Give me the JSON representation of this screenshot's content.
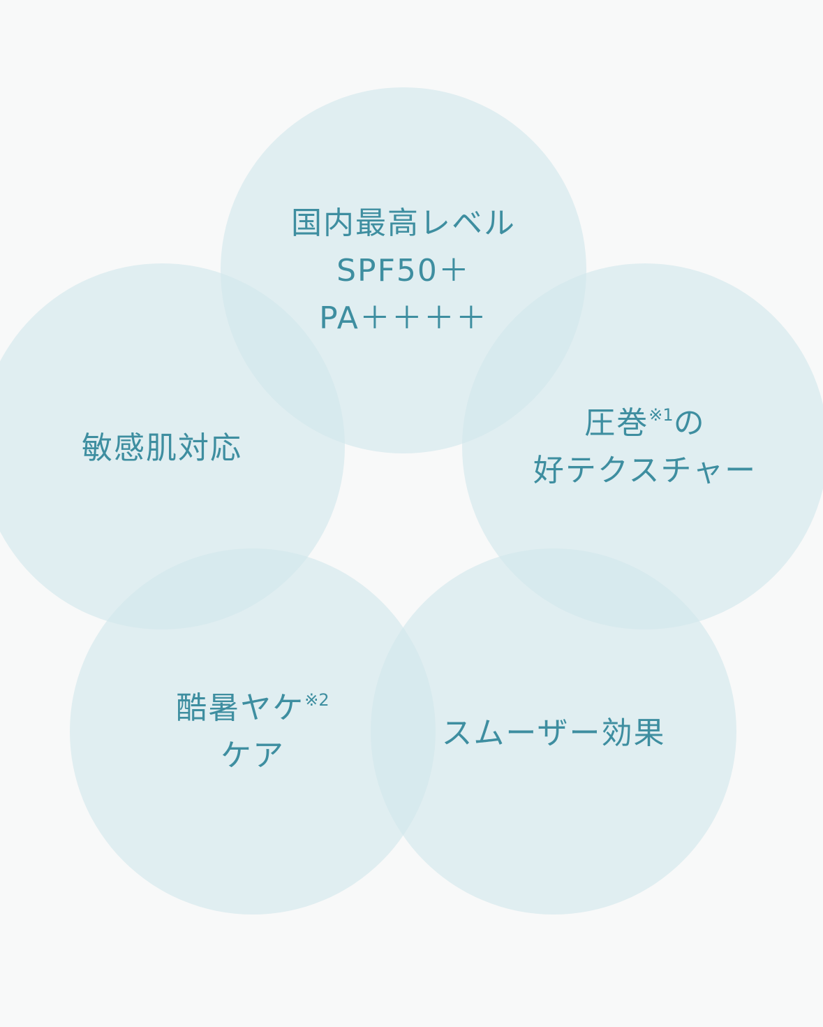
{
  "colors": {
    "background": "#f8f9f9",
    "circle": "#d2e7ec",
    "text": "#3e8ea0"
  },
  "circles": [
    {
      "lines": [
        "国内最高レベル",
        "SPF50＋",
        "PA＋＋＋＋"
      ]
    },
    {
      "lines": [
        "敏感肌対応"
      ]
    },
    {
      "line1_main": "圧巻",
      "line1_note": "※1",
      "line1_tail": "の",
      "line2": "好テクスチャー"
    },
    {
      "line1_main": "酷暑ヤケ",
      "line1_note": "※2",
      "line2": "ケア"
    },
    {
      "lines": [
        "スムーザー効果"
      ]
    }
  ]
}
